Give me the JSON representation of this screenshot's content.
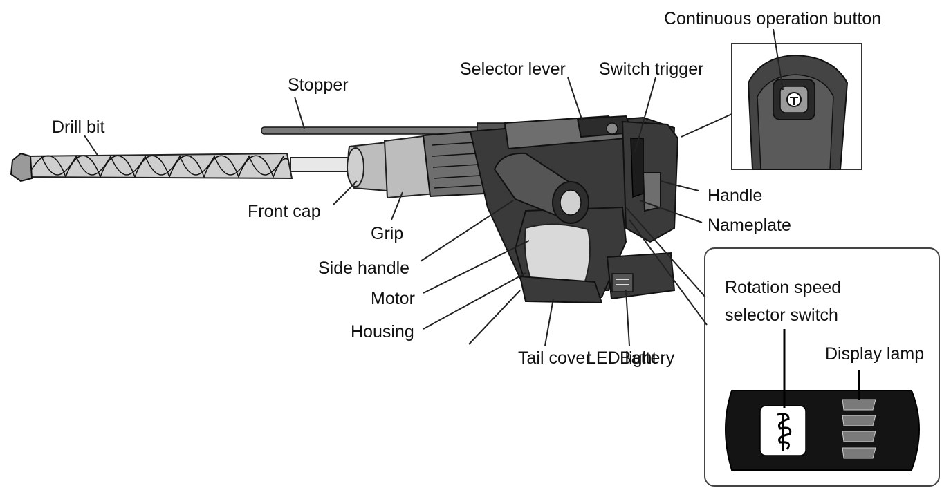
{
  "labels": {
    "continuous_operation_button": "Continuous operation button",
    "selector_lever": "Selector lever",
    "switch_trigger": "Switch trigger",
    "stopper": "Stopper",
    "drill_bit": "Drill bit",
    "front_cap": "Front cap",
    "grip": "Grip",
    "handle": "Handle",
    "nameplate": "Nameplate",
    "side_handle": "Side handle",
    "motor": "Motor",
    "housing": "Housing",
    "tail_cover": "Tail cover",
    "led_light": "LED light",
    "battery": "Battery",
    "rotation_speed_selector_switch_line1": "Rotation speed",
    "rotation_speed_selector_switch_line2": "selector switch",
    "display_lamp": "Display lamp"
  }
}
